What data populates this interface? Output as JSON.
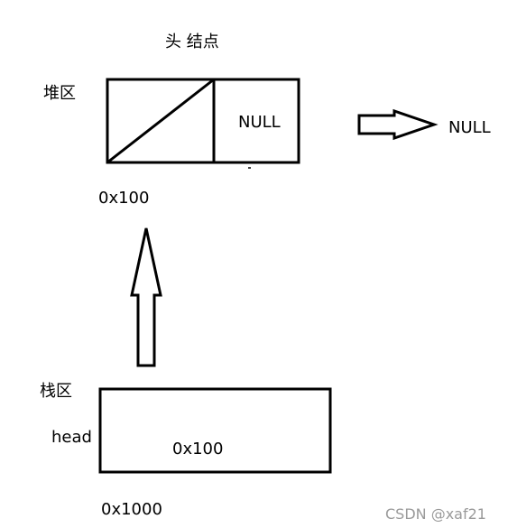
{
  "diagram": {
    "head_node_title": "头 结点",
    "heap_label": "堆区",
    "heap_node_next_value": "NULL",
    "heap_node_address": "0x100",
    "pointer_target": "NULL",
    "stack_label": "栈区",
    "head_var_name": "head",
    "head_var_value": "0x100",
    "head_var_address": "0x1000"
  },
  "watermark": "CSDN @xaf21",
  "colors": {
    "stroke": "#000000",
    "background": "#ffffff",
    "watermark": "#9a9a9a"
  }
}
